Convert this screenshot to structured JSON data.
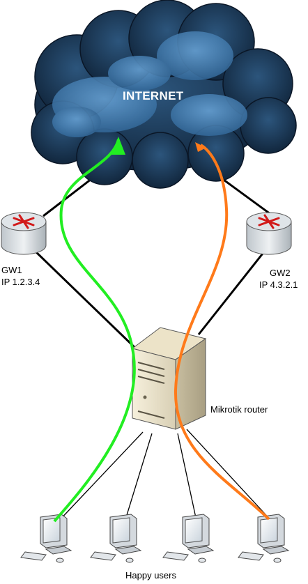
{
  "cloud": {
    "label": "INTERNET",
    "fill": "#1b3a5a",
    "highlight": "#4f8cc4"
  },
  "gateways": [
    {
      "name": "GW1",
      "ip": "IP 1.2.3.4"
    },
    {
      "name": "GW2",
      "ip": "IP 4.3.2.1"
    }
  ],
  "router": {
    "label": "Mikrotik router"
  },
  "users": {
    "label": "Happy users",
    "count": 4
  },
  "paths": {
    "gw1_color": "#22ee22",
    "gw2_color": "#ff7a1a"
  }
}
